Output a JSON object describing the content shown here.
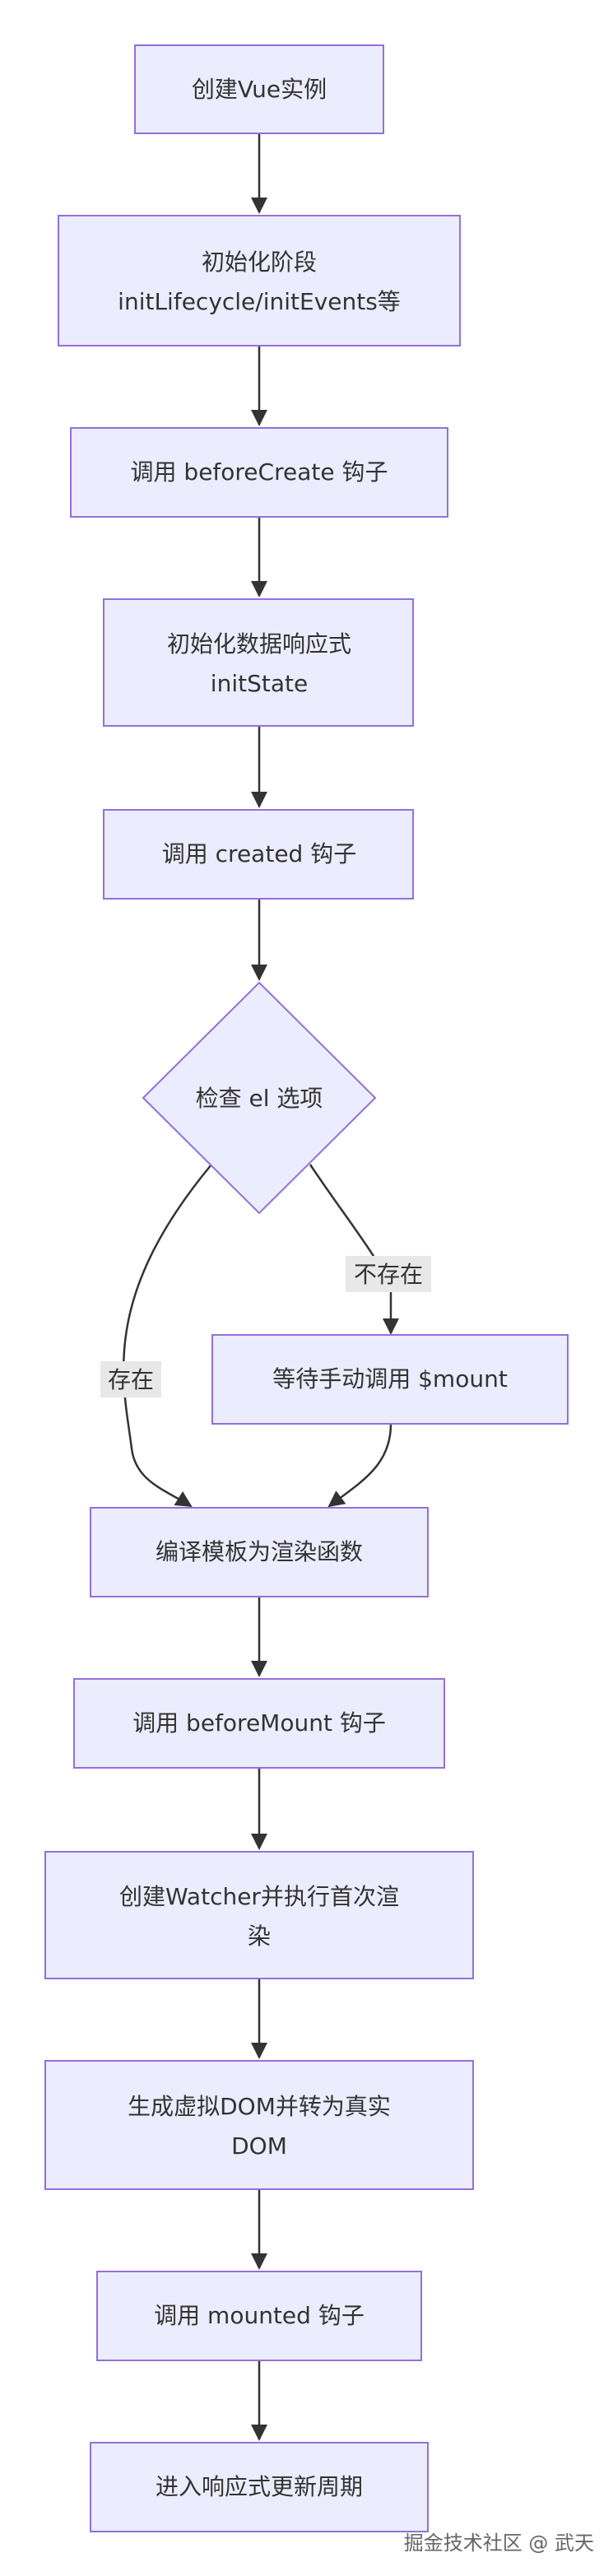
{
  "nodes": {
    "create_vue": "创建Vue实例",
    "init_phase_line1": "初始化阶段",
    "init_phase_line2": "initLifecycle/initEvents等",
    "before_create": "调用 beforeCreate 钩子",
    "init_reactive_line1": "初始化数据响应式",
    "init_reactive_line2": "initState",
    "created": "调用 created 钩子",
    "check_el": "检查 el 选项",
    "wait_mount": "等待手动调用 $mount",
    "compile": "编译模板为渲染函数",
    "before_mount": "调用 beforeMount 钩子",
    "watcher_line1": "创建Watcher并执行首次渲",
    "watcher_line2": "染",
    "vdom_line1": "生成虚拟DOM并转为真实",
    "vdom_line2": "DOM",
    "mounted": "调用 mounted 钩子",
    "reactive_cycle": "进入响应式更新周期"
  },
  "edge_labels": {
    "not_exists": "不存在",
    "exists": "存在"
  },
  "watermark": "掘金技术社区 @ 武天"
}
